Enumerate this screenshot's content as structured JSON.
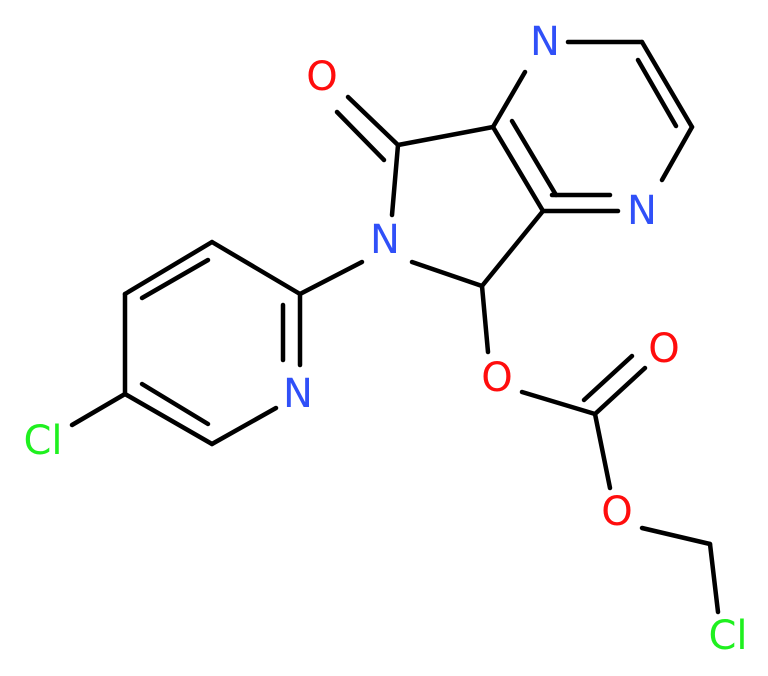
{
  "colors": {
    "bond": "#000000",
    "N": "#3050F8",
    "O": "#FF0D0D",
    "Cl": "#1FF01F"
  },
  "atoms": {
    "n_pyrazine_top": "N",
    "n_pyrazine_bottom": "N",
    "n_lactam": "N",
    "n_pyridine": "N",
    "o_carbonyl": "O",
    "o_ester": "O",
    "o_carbonate": "O",
    "o_ether": "O",
    "cl_aryl": "Cl",
    "cl_alkyl": "Cl"
  }
}
